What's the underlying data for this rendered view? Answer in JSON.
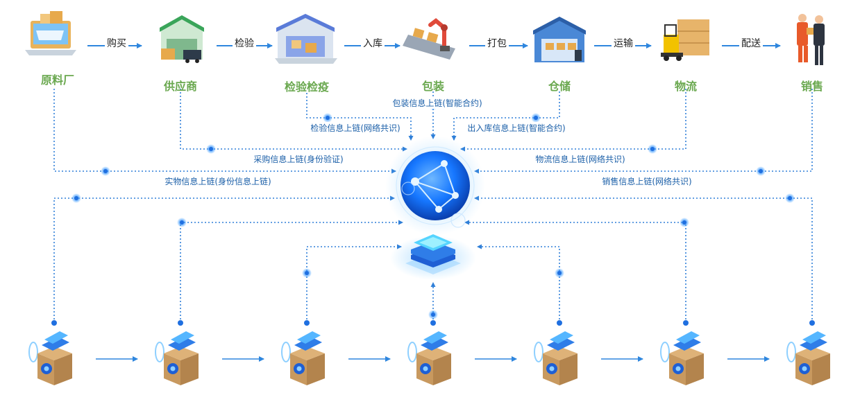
{
  "colors": {
    "stage_label": "#6aa84f",
    "arrow": "#2e86de",
    "dotted_line": "#2f7fd8",
    "chain_label": "#1b5fa8",
    "globe": "#1677ff",
    "box": "#c8995f"
  },
  "stages": [
    {
      "label": "原料厂",
      "icon": "laptop-shop-icon"
    },
    {
      "label": "供应商",
      "icon": "warehouse-truck-icon"
    },
    {
      "label": "检验检疫",
      "icon": "inspection-lab-icon"
    },
    {
      "label": "包装",
      "icon": "robot-arm-conveyor-icon"
    },
    {
      "label": "仓储",
      "icon": "storage-building-icon"
    },
    {
      "label": "物流",
      "icon": "forklift-icon"
    },
    {
      "label": "销售",
      "icon": "salesman-customer-icon"
    }
  ],
  "steps": [
    "购买",
    "检验",
    "入库",
    "打包",
    "运输",
    "配送"
  ],
  "chain_labels": {
    "packaging": "包装信息上链(智能合约)",
    "inspection": "检验信息上链(网络共识)",
    "inout": "出入库信息上链(智能合约)",
    "purchase": "采购信息上链(身份验证)",
    "logistics": "物流信息上链(网络共识)",
    "material": "实物信息上链(身份信息上链)",
    "sales": "销售信息上链(网络共识)"
  },
  "hub": {
    "globe_icon": "blockchain-globe-icon",
    "server_icon": "server-stack-icon"
  },
  "nodes": [
    {
      "icon": "node-box-icon"
    },
    {
      "icon": "node-box-icon"
    },
    {
      "icon": "node-box-icon"
    },
    {
      "icon": "node-box-icon"
    },
    {
      "icon": "node-box-icon"
    },
    {
      "icon": "node-box-icon"
    },
    {
      "icon": "node-box-icon"
    }
  ]
}
